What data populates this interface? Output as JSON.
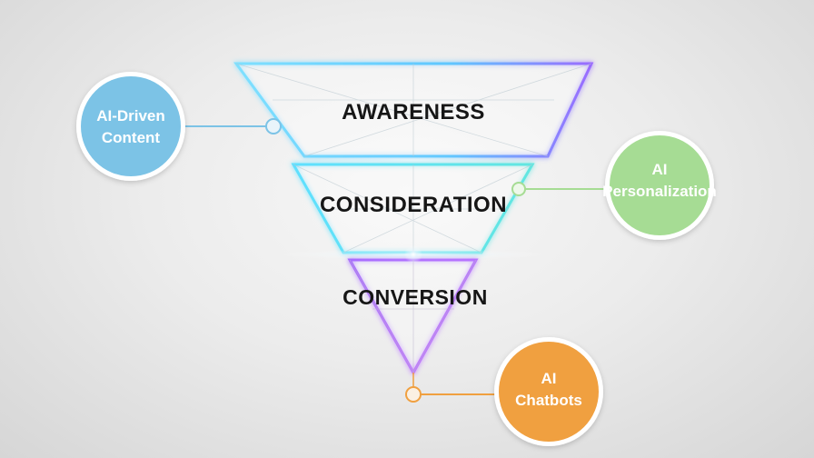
{
  "funnel": {
    "stages": [
      {
        "label": "AWARENESS",
        "color": "#6fd3ff"
      },
      {
        "label": "CONSIDERATION",
        "color": "#5ad8f5"
      },
      {
        "label": "CONVERSION",
        "color": "#b067ff"
      }
    ]
  },
  "callouts": [
    {
      "lines": [
        "AI-Driven",
        "Content"
      ],
      "color": "#7cc3e6"
    },
    {
      "lines": [
        "AI",
        "Personalization"
      ],
      "color": "#a6dc94"
    },
    {
      "lines": [
        "AI",
        "Chatbots"
      ],
      "color": "#f0a040"
    }
  ]
}
